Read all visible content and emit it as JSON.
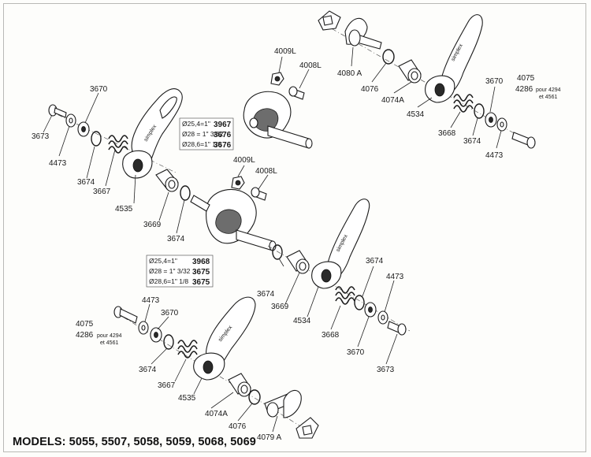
{
  "footer": {
    "models": "MODELS: 5055, 5507, 5058, 5059, 5068, 5069"
  },
  "labels": {
    "p3670_tl": "3670",
    "p3673_l": "3673",
    "p4473_l": "4473",
    "p3674_l": "3674",
    "p3667_l": "3667",
    "p4535_l": "4535",
    "p3669_l": "3669",
    "p3674_lc": "3674",
    "p4009l_top": "4009L",
    "p4008l_top": "4008L",
    "p4009l_mid": "4009L",
    "p4008l_mid": "4008L",
    "p4080a": "4080 A",
    "p4076_tr": "4076",
    "p4074a_tr": "4074A",
    "p4534_tr": "4534",
    "p3668_tr": "3668",
    "p3670_tr": "3670",
    "p3674_tr": "3674",
    "p4075_tr": "4075",
    "p4286_tr": "4286",
    "pour_tr": "pour 4294",
    "et_tr": "et  4561",
    "p4473_tr": "4473",
    "p3674_rc": "3674",
    "p3669_c": "3669",
    "p3674_c": "3674",
    "p4534_c": "4534",
    "p4473_rc": "4473",
    "p3668_c": "3668",
    "p3670_c": "3670",
    "p3673_c": "3673",
    "p4075_bl": "4075",
    "p4286_bl": "4286",
    "pour_bl": "pour 4294",
    "et_bl": "et  4561",
    "p4473_bl": "4473",
    "p3670_bl": "3670",
    "p3674_bl": "3674",
    "p3667_bl": "3667",
    "p4535_bl": "4535",
    "p4074a_bl": "4074A",
    "p4076_bl": "4076",
    "p4079a": "4079 A"
  },
  "clamp_tables": [
    {
      "rows": [
        {
          "size": "Ø25,4=1\"",
          "part": "3967"
        },
        {
          "size": "Ø28 = 1\" 3/32",
          "part": "3676"
        },
        {
          "size": "Ø28,6=1\" 1/8",
          "part": "3676"
        }
      ]
    },
    {
      "rows": [
        {
          "size": "Ø25,4=1\"",
          "part": "3968"
        },
        {
          "size": "Ø28 = 1\" 3/32",
          "part": "3675"
        },
        {
          "size": "Ø28,6=1\" 1/8",
          "part": "3675"
        }
      ]
    }
  ],
  "lever_marking": "simplex"
}
